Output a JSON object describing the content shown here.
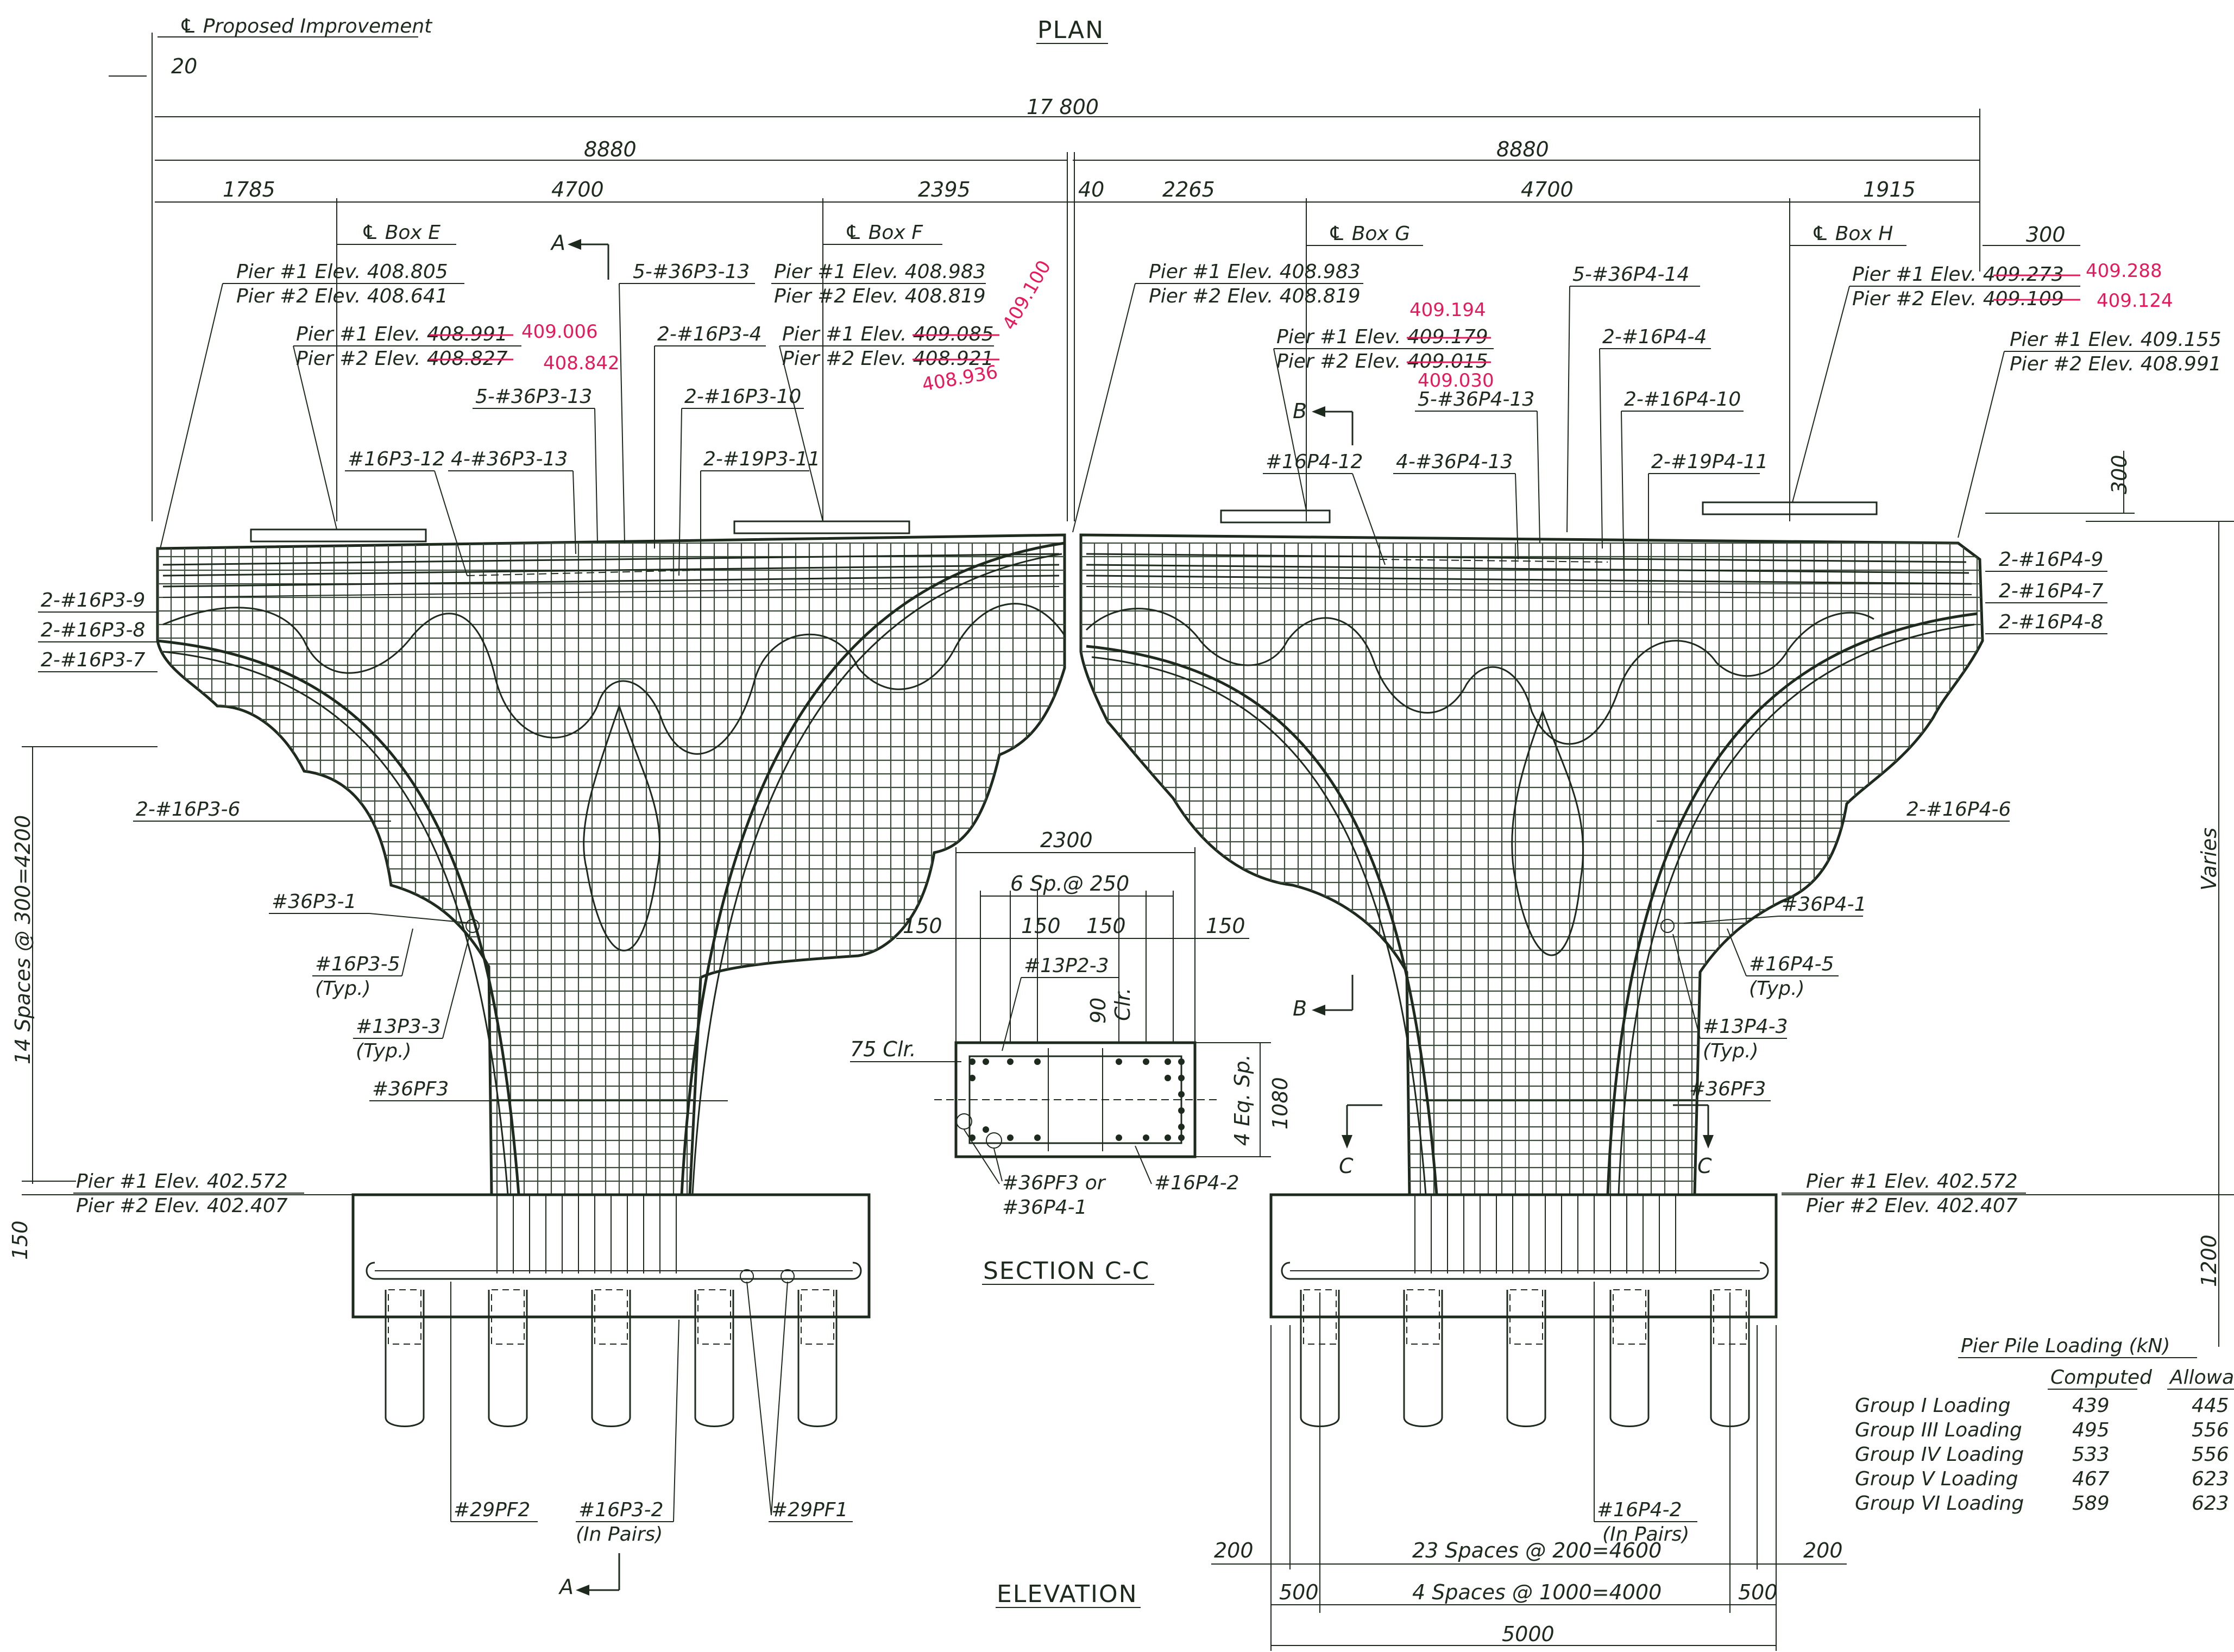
{
  "titles": {
    "plan": "PLAN",
    "elevation": "ELEVATION",
    "section": "SECTION C-C",
    "proposed": "℄ Proposed Improvement"
  },
  "dimensions": {
    "offset_20": "20",
    "total": "17 800",
    "half_left": "8880",
    "half_right": "8880",
    "d1785": "1785",
    "d4700_left": "4700",
    "d2395": "2395",
    "d40": "40",
    "d2265": "2265",
    "d4700_right": "4700",
    "d1915": "1915",
    "d300_top": "300",
    "d300_side": "300",
    "varies": "Varies",
    "d1200": "1200",
    "spaces_left": "14 Spaces @ 300=4200",
    "d150": "150",
    "sec_2300": "2300",
    "sec_6sp": "6 Sp.@ 250",
    "sec_150a": "150",
    "sec_150b": "150",
    "sec_150c": "150",
    "sec_150d": "150",
    "sec_1080": "1080",
    "sec_4eq": "4 Eq. Sp.",
    "sec_90": "90",
    "sec_clr": "Clr.",
    "sec_75": "75 Clr.",
    "d200_left": "200",
    "d200_right": "200",
    "spaces_200": "23 Spaces @ 200=4600",
    "d500_left": "500",
    "d500_right": "500",
    "spaces_1000": "4 Spaces @ 1000=4000",
    "d5000": "5000"
  },
  "boxes": {
    "e": "℄ Box E",
    "f": "℄ Box F",
    "g": "℄ Box G",
    "h": "℄ Box H"
  },
  "elevations": {
    "l1a": "Pier #1 Elev. 408.805",
    "l1b": "Pier #2 Elev. 408.641",
    "l2a": "Pier #1 Elev. 408.991",
    "l2b": "Pier #2 Elev. 408.827",
    "l3a": "Pier #1 Elev. 408.983",
    "l3b": "Pier #2 Elev. 408.819",
    "l4a": "Pier #1 Elev. 409.085",
    "l4b": "Pier #2 Elev. 408.921",
    "r1a": "Pier #1 Elev. 408.983",
    "r1b": "Pier #2 Elev. 408.819",
    "r2a": "Pier #1 Elev. 409.179",
    "r2b": "Pier #2 Elev. 409.015",
    "r3a": "Pier #1 Elev. 409.273",
    "r3b": "Pier #2 Elev. 409.109",
    "r4a": "Pier #1 Elev. 409.155",
    "r4b": "Pier #2 Elev. 408.991",
    "bl_a": "Pier #1 Elev. 402.572",
    "bl_b": "Pier #2 Elev. 402.407",
    "br_a": "Pier #1 Elev. 402.572",
    "br_b": "Pier #2 Elev. 402.407"
  },
  "corrections": {
    "c_409006": "409.006",
    "c_408842": "408.842",
    "c_409100": "409.100",
    "c_408936": "408.936",
    "c_409194": "409.194",
    "c_409030": "409.030",
    "c_409288": "409.288",
    "c_409124": "409.124"
  },
  "bars_left": {
    "p3_13a": "5-#36P3-13",
    "p3_4": "2-#16P3-4",
    "p3_13b": "5-#36P3-13",
    "p3_10": "2-#16P3-10",
    "p3_12": "#16P3-12",
    "p3_13c": "4-#36P3-13",
    "p3_11": "2-#19P3-11",
    "p3_9": "2-#16P3-9",
    "p3_8": "2-#16P3-8",
    "p3_7": "2-#16P3-7",
    "p3_6": "2-#16P3-6",
    "p3_1": "#36P3-1",
    "p3_5": "#16P3-5",
    "p3_5t": "(Typ.)",
    "p3_3": "#13P3-3",
    "p3_3t": "(Typ.)",
    "pf3": "#36PF3",
    "pf2": "#29PF2",
    "p3_2": "#16P3-2",
    "p3_2p": "(In Pairs)",
    "pf1": "#29PF1"
  },
  "bars_right": {
    "p4_14": "5-#36P4-14",
    "p4_4": "2-#16P4-4",
    "p4_13a": "5-#36P4-13",
    "p4_10": "2-#16P4-10",
    "p4_12": "#16P4-12",
    "p4_13b": "4-#36P4-13",
    "p4_11": "2-#19P4-11",
    "p4_9": "2-#16P4-9",
    "p4_7": "2-#16P4-7",
    "p4_8": "2-#16P4-8",
    "p4_6": "2-#16P4-6",
    "p4_1": "#36P4-1",
    "p4_5": "#16P4-5",
    "p4_5t": "(Typ.)",
    "p4_3": "#13P4-3",
    "p4_3t": "(Typ.)",
    "pf3": "#36PF3",
    "p4_2": "#16P4-2",
    "p4_2p": "(In Pairs)"
  },
  "section_bars": {
    "p2_3": "#13P2-3",
    "pf3_or": "#36PF3 or",
    "p4_1": "#36P4-1",
    "p4_2": "#16P4-2"
  },
  "cut_marks": {
    "a": "A",
    "b": "B",
    "c": "C"
  },
  "loading": {
    "title": "Pier Pile Loading (kN)",
    "col_computed": "Computed",
    "col_allowable": "Allowal",
    "rows": [
      {
        "group": "Group I Loading",
        "computed": "439",
        "allowable": "445"
      },
      {
        "group": "Group III Loading",
        "computed": "495",
        "allowable": "556"
      },
      {
        "group": "Group IV Loading",
        "computed": "533",
        "allowable": "556"
      },
      {
        "group": "Group V Loading",
        "computed": "467",
        "allowable": "623"
      },
      {
        "group": "Group VI Loading",
        "computed": "589",
        "allowable": "623"
      }
    ]
  }
}
